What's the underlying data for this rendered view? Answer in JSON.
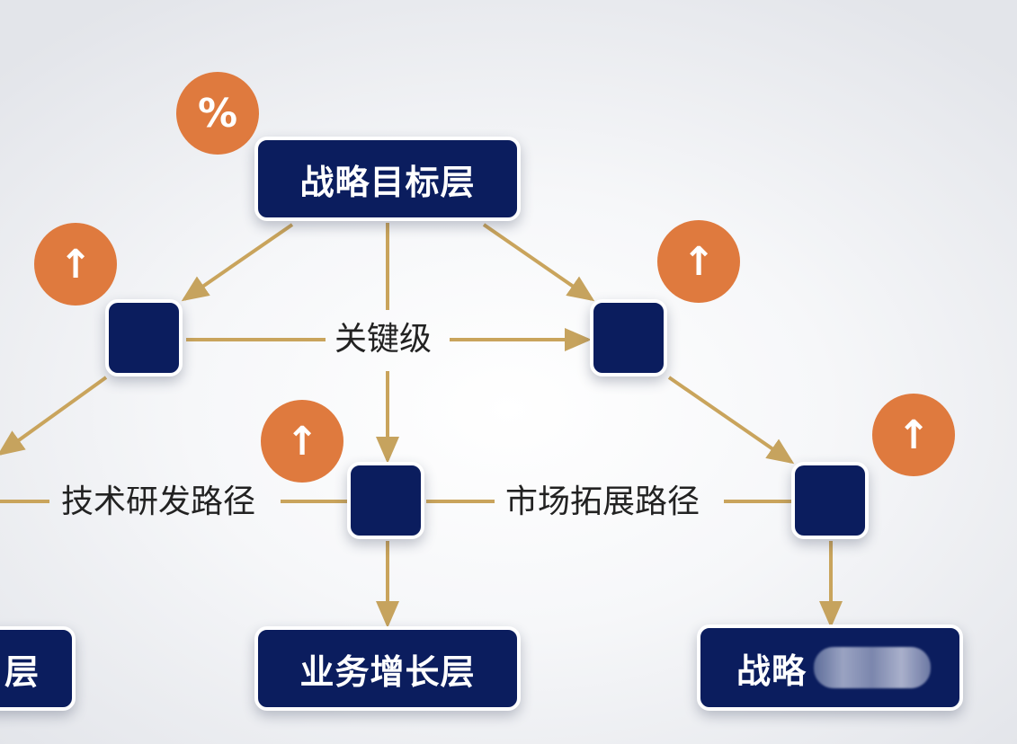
{
  "colors": {
    "navy": "#0b1d5e",
    "gold": "#c9a45c",
    "orange": "#df7a3e",
    "text": "#222222"
  },
  "layers": {
    "top": "战略目标层",
    "bottom_left": "层",
    "bottom_center": "业务增长层",
    "bottom_right_visible": "战略"
  },
  "labels": {
    "key_level": "关键级",
    "tech_path": "技术研发路径",
    "market_path": "市场拓展路径"
  },
  "badges": {
    "percent": "%",
    "up_arrow": "↑"
  },
  "icons": {
    "percent_badge": "percent-icon",
    "growth_badge": "arrow-up-icon"
  }
}
